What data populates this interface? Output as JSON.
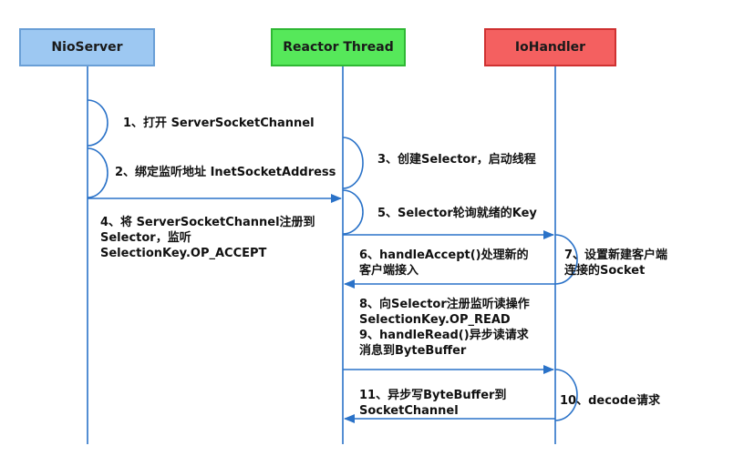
{
  "actors": {
    "nio_server": "NioServer",
    "reactor_thread": "Reactor Thread",
    "io_handler": "IoHandler"
  },
  "steps": {
    "s1": "1、打开 ServerSocketChannel",
    "s2": "2、绑定监听地址 InetSocketAddress",
    "s3": "3、创建Selector，启动线程",
    "s4": "4、将 ServerSocketChannel注册到\nSelector，监听\nSelectionKey.OP_ACCEPT",
    "s5": "5、Selector轮询就绪的Key",
    "s6": "6、handleAccept()处理新的\n客户端接入",
    "s7": "7、设置新建客户端\n连接的Socket",
    "s8": "8、向Selector注册监听读操作\nSelectionKey.OP_READ",
    "s9": "9、handleRead()异步读请求\n消息到ByteBuffer",
    "s10": "10、decode请求",
    "s11": "11、异步写ByteBuffer到\nSocketChannel"
  },
  "colors": {
    "lifeline": "#2a72c8",
    "nio_fill": "#9dc8f2",
    "reactor_fill": "#56e85a",
    "io_fill": "#f46060"
  }
}
